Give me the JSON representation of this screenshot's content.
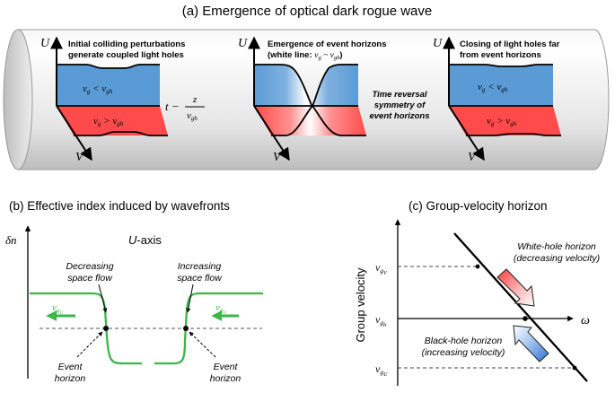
{
  "panel_a": {
    "title": "(a) Emergence of optical dark rogue wave",
    "axis_u": "U",
    "axis_v": "V",
    "time_axis": "t −",
    "time_frac_num": "z",
    "time_frac_den": "v",
    "sub_gh": "gh",
    "sub_g": "g",
    "vg_less": "v",
    "vg_greater": "v",
    "op_less": " < v",
    "op_greater": " > v",
    "cell1_title_l1": "Initial colliding perturbations",
    "cell1_title_l2": "generate coupled light holes",
    "cell2_title_l1": "Emergence of event horizons",
    "cell2_title_l2a": "(white line: ",
    "cell2_title_l2b": "v",
    "cell2_title_l2c": " ~ v",
    "cell2_title_l2d": ")",
    "cell2_side_l1": "Time reversal",
    "cell2_side_l2": "symmetry of",
    "cell2_side_l3": "event horizons",
    "cell3_title_l1": "Closing of light holes far",
    "cell3_title_l2": "from event horizons",
    "colors": {
      "blue": "#5b9bd5",
      "red": "#ff4b4b",
      "tube": "#e8e8e8"
    }
  },
  "panel_b": {
    "title": "(b) Effective index induced by wavefronts",
    "y_label": "δn",
    "axis_title_u": "U",
    "axis_title_rest": "-axis",
    "dec_l1": "Decreasing",
    "dec_l2": "space flow",
    "inc_l1": "Increasing",
    "inc_l2": "space flow",
    "arrow_label": "v",
    "arrow_sub_g": "g",
    "arrow_sub_u": "U",
    "event_l1": "Event",
    "event_l2": "horizon",
    "colors": {
      "curve": "#3cb54a"
    }
  },
  "panel_c": {
    "title": "(c) Group-velocity horizon",
    "y_label": "Group velocity",
    "x_label": "ω",
    "tick_v": "v",
    "tick_sub_g": "g",
    "tick_sub_v": "V",
    "tick_sub_h": "h",
    "tick_sub_u": "U",
    "white_l1": "White-hole horizon",
    "white_l2": "(decreasing velocity)",
    "black_l1": "Black-hole horizon",
    "black_l2": "(increasing velocity)"
  }
}
